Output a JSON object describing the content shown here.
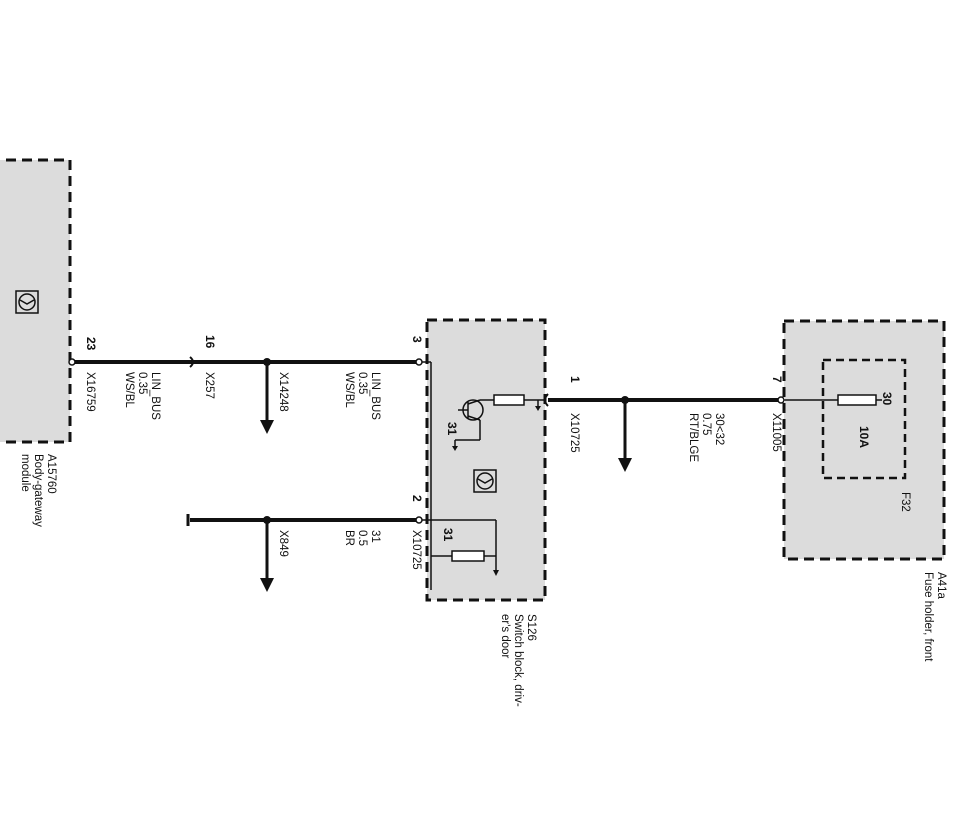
{
  "components": {
    "body_gateway": {
      "id": "A15760",
      "name_line1": "Body-gateway",
      "name_line2": "module"
    },
    "switch_block": {
      "id": "S126",
      "name_line1": "Switch block, driv-",
      "name_line2": "er's door"
    },
    "fuse_holder": {
      "id": "A41a",
      "name": "Fuse holder, front",
      "fuse_id": "F32",
      "fuse_rating": "10A",
      "fuse_terminal": "30"
    }
  },
  "wires": {
    "w1": {
      "pin_left": "23",
      "connector_left": "X16759",
      "signal": "LIN_BUS",
      "size": "0.35",
      "color": "WS/BL",
      "pin_mid": "16",
      "connector_mid": "X257",
      "splice": "X14248"
    },
    "w2": {
      "pin_right": "3",
      "signal": "LIN_BUS",
      "size": "0.35",
      "color": "WS/BL"
    },
    "w3": {
      "pin": "2",
      "connector": "X10725",
      "signal": "31",
      "size": "0.5",
      "color": "BR",
      "ground": "X849"
    },
    "w4": {
      "pin_left": "1",
      "connector_left": "X10725",
      "signal": "30<32",
      "size": "0.75",
      "color": "RT/BLGE",
      "pin_right": "7",
      "connector_right": "X11005"
    }
  },
  "internal": {
    "ground_label_upper": "31",
    "ground_label_lower": "31"
  },
  "colors": {
    "box_fill": "#dcdcdc",
    "line": "#111111"
  }
}
